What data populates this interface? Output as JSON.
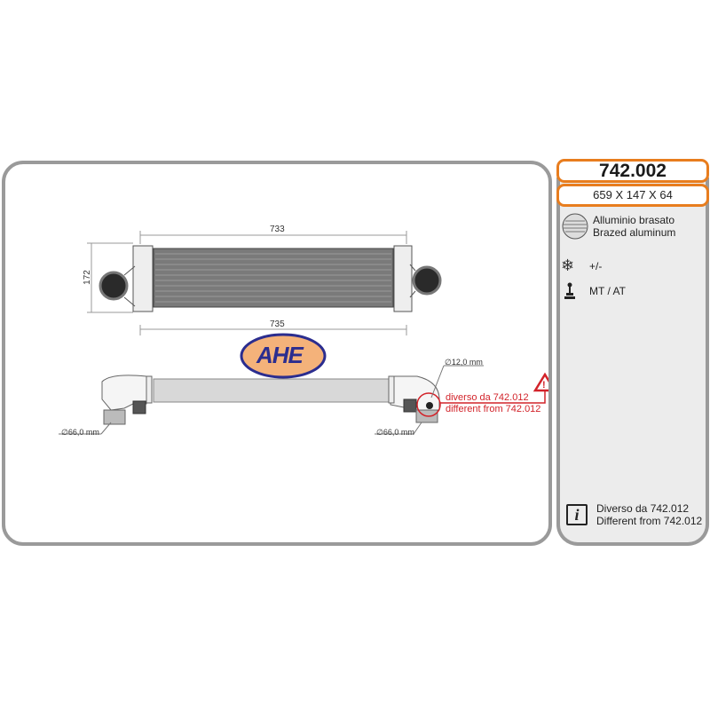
{
  "product": {
    "code": "742.002",
    "dimensions": "659 X 147 X 64"
  },
  "specs": {
    "material_it": "Alluminio brasato",
    "material_en": "Brazed aluminum",
    "ac": "+/-",
    "transmission": "MT / AT"
  },
  "note": {
    "it": "Diverso da 742.012",
    "en": "Different from 742.012"
  },
  "drawing": {
    "width_top": "733",
    "width_bottom": "735",
    "height": "172",
    "diam_small": "∅12,0 mm",
    "diam_left": "∅66,0 mm",
    "diam_right": "∅66,0 mm",
    "warn_it": "diverso da 742.012",
    "warn_en": "different from 742.012",
    "logo": "AHE"
  },
  "colors": {
    "accent": "#e87d1e",
    "warning": "#d2232a",
    "logo_blue": "#2b2d8f",
    "panel_border": "#9a9a9a"
  }
}
